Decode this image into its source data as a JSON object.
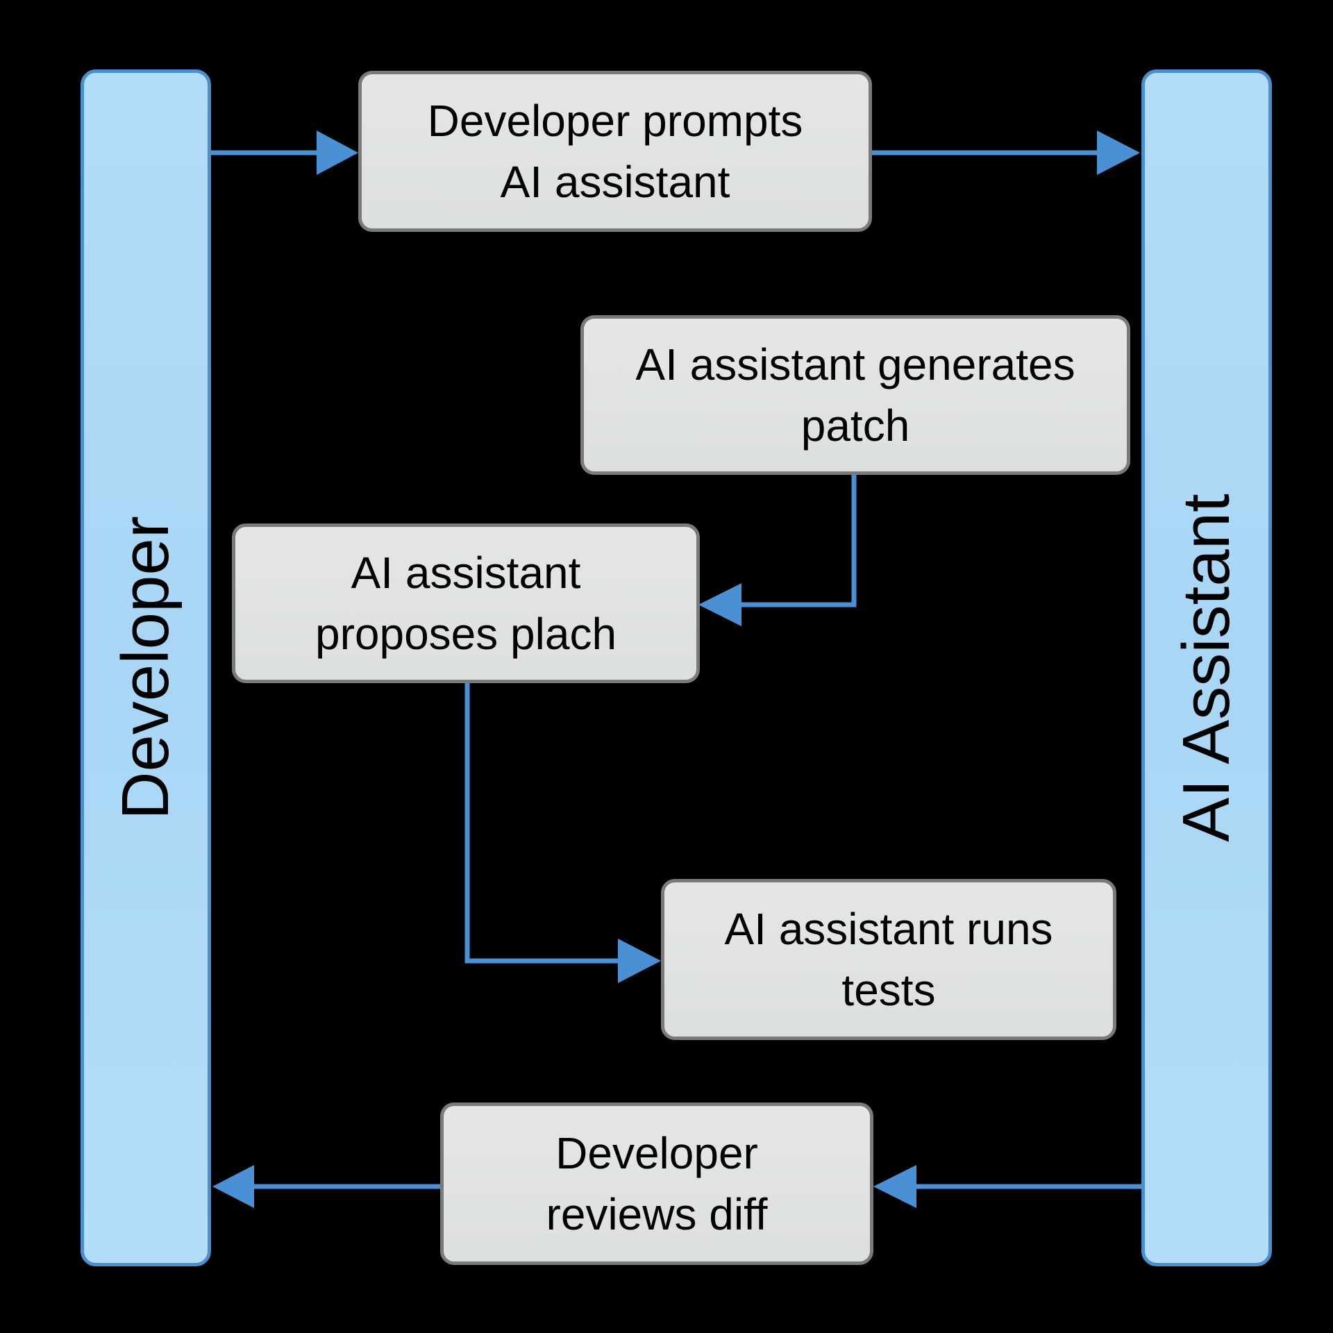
{
  "diagram": {
    "type": "swimlane-flow",
    "colors": {
      "background": "#000000",
      "lane_fill": "#aed9f7",
      "lane_border": "#4a8fd0",
      "node_fill": "#e0e2e3",
      "node_border": "#7a7a7a",
      "connector": "#4a90d4"
    },
    "lanes": [
      {
        "id": "developer",
        "label": "Developer"
      },
      {
        "id": "ai",
        "label": "AI Assistant"
      }
    ],
    "nodes": [
      {
        "id": "n1",
        "lines": [
          "Developer prompts",
          "AI assistant"
        ]
      },
      {
        "id": "n2",
        "lines": [
          "AI assistant generates",
          "patch"
        ]
      },
      {
        "id": "n3",
        "lines": [
          "AI assistant",
          "proposes plach"
        ]
      },
      {
        "id": "n4",
        "lines": [
          "AI assistant runs",
          "tests"
        ]
      },
      {
        "id": "n5",
        "lines": [
          "Developer",
          "reviews diff"
        ]
      }
    ],
    "edges": [
      {
        "from": "developer",
        "to": "n1"
      },
      {
        "from": "n1",
        "to": "ai"
      },
      {
        "from": "n2",
        "to": "n3"
      },
      {
        "from": "n3",
        "to": "n4"
      },
      {
        "from": "ai",
        "to": "n5"
      },
      {
        "from": "n5",
        "to": "developer"
      }
    ]
  }
}
